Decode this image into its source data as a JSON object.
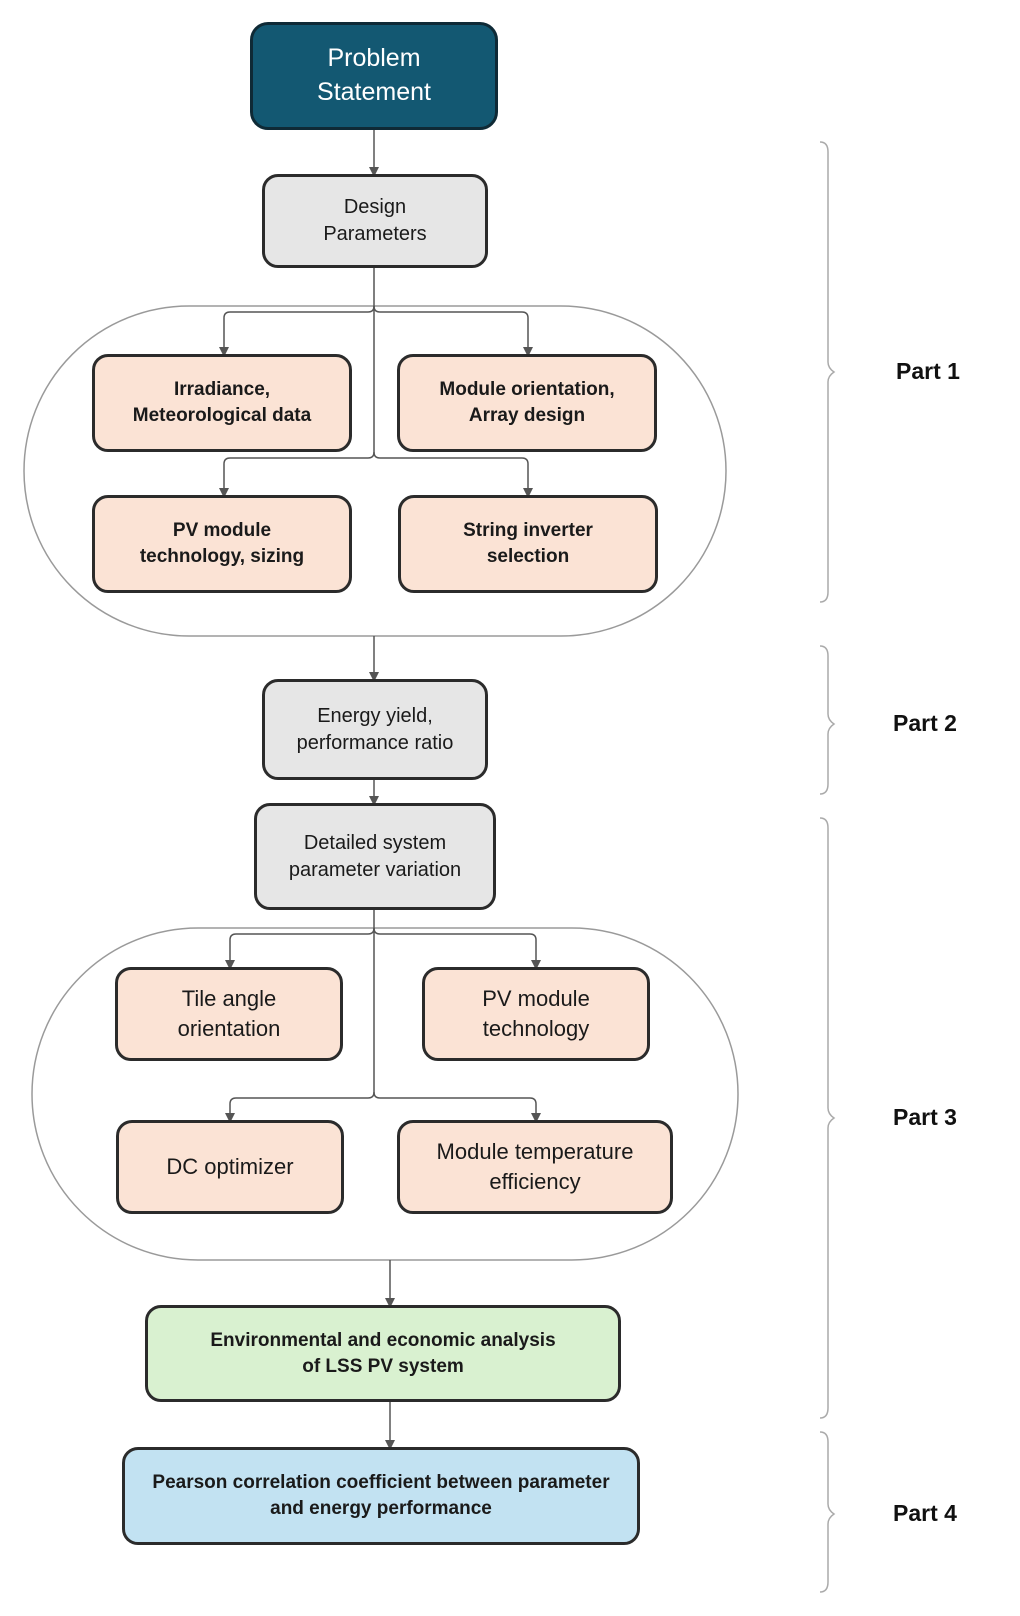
{
  "nodes": {
    "problem": "Problem\nStatement",
    "design": "Design\nParameters",
    "irradiance": "Irradiance,\nMeteorological data",
    "module_orientation": "Module orientation,\nArray design",
    "pv_module_sizing": "PV module\ntechnology, sizing",
    "string_inverter": "String inverter\nselection",
    "energy_yield": "Energy yield,\nperformance ratio",
    "detailed_variation": "Detailed system\nparameter variation",
    "tile_angle": "Tile angle\norientation",
    "pv_module_tech": "PV module\ntechnology",
    "dc_optimizer": "DC optimizer",
    "module_temperature": "Module temperature\nefficiency",
    "environmental": "Environmental and economic analysis\nof LSS PV system",
    "pearson": "Pearson correlation coefficient between parameter\nand energy performance"
  },
  "parts": {
    "part1": "Part 1",
    "part2": "Part 2",
    "part3": "Part 3",
    "part4": "Part 4"
  },
  "colors": {
    "header_fill": "#135872",
    "process_fill": "#e6e6e6",
    "parameter_fill": "#fbe3d5",
    "analysis_fill": "#d9f1d0",
    "correlation_fill": "#c2e2f2"
  }
}
